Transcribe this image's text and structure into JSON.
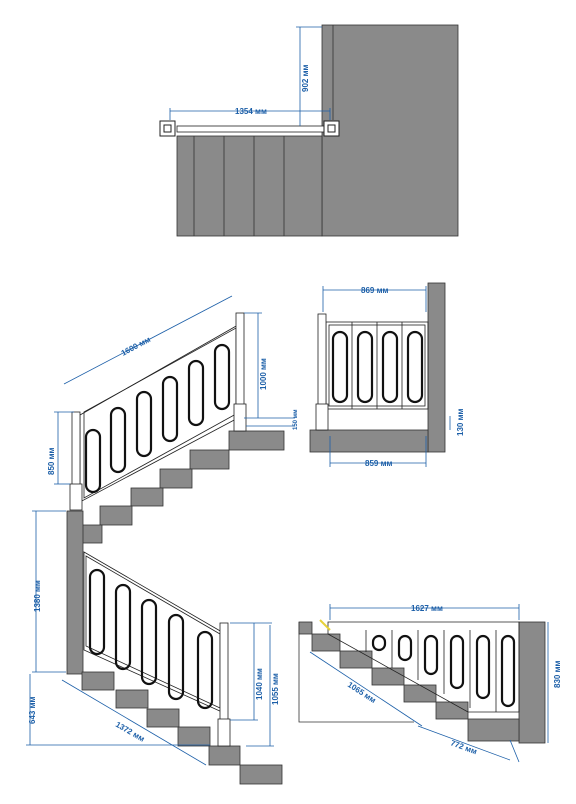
{
  "dimensions": {
    "top_902": "902 мм",
    "top_1354": "1354 мм",
    "mid_1600": "1600 мм",
    "mid_1000": "1000 мм",
    "mid_150": "150 мм",
    "mid_850": "850 мм",
    "right_869": "869 мм",
    "right_859": "859 мм",
    "right_130": "130 мм",
    "left_1380": "1380 мм",
    "left_643": "643 мм",
    "low_1040": "1040 мм",
    "low_1055": "1055 мм",
    "low_1372": "1372 мм",
    "br_1627": "1627 мм",
    "br_830": "830 мм",
    "br_1065": "1065 мм",
    "br_772": "772 мм"
  },
  "colors": {
    "dimension": "#1c5fa8",
    "step": "#8a8a8a",
    "outline": "#222222"
  }
}
